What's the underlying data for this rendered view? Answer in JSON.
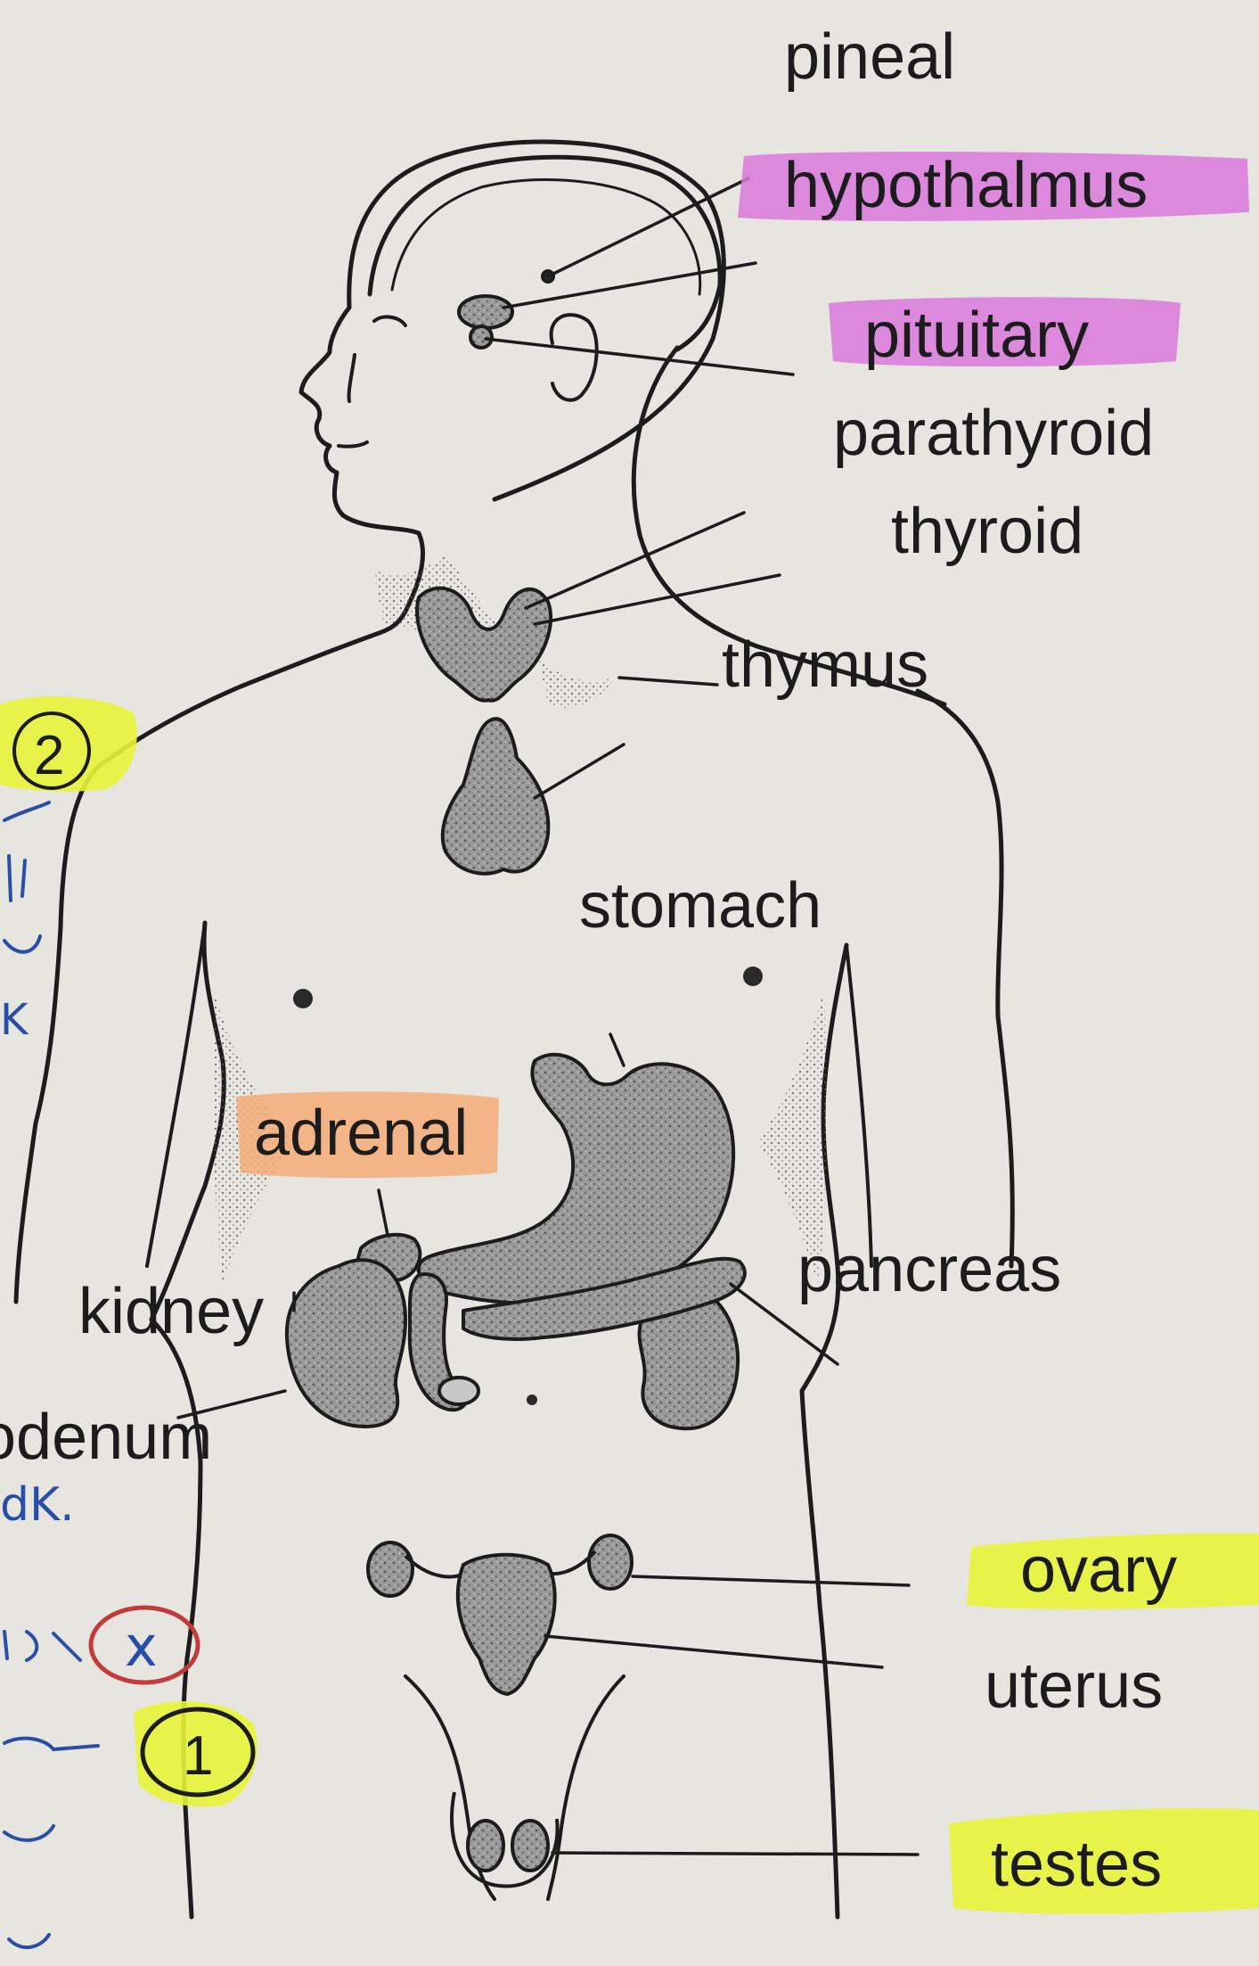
{
  "labels": {
    "pineal": "pineal",
    "hypothalamus": "hypothalmus",
    "pituitary": "pituitary",
    "parathyroid": "parathyroid",
    "thyroid": "thyroid",
    "thymus": "thymus",
    "stomach": "stomach",
    "adrenal": "adrenal",
    "pancreas": "pancreas",
    "kidney": "kidney",
    "duodenum": "odenum",
    "ovary": "ovary",
    "uterus": "uterus",
    "testes": "testes"
  },
  "margin_marks": {
    "circle_2": "2",
    "circle_x": "x",
    "circle_1": "1",
    "note_k": "K",
    "note_dk": "dK."
  },
  "colors": {
    "paper": "#e7e5df",
    "ink": "#1c1c1c",
    "organ_fill": "#8e8e8e",
    "highlight_purple": "#d978dc",
    "highlight_orange": "#f4ad78",
    "highlight_yellow": "#e8f43a",
    "pen_blue": "#2a4ea8",
    "pen_red": "#c23a3a"
  }
}
